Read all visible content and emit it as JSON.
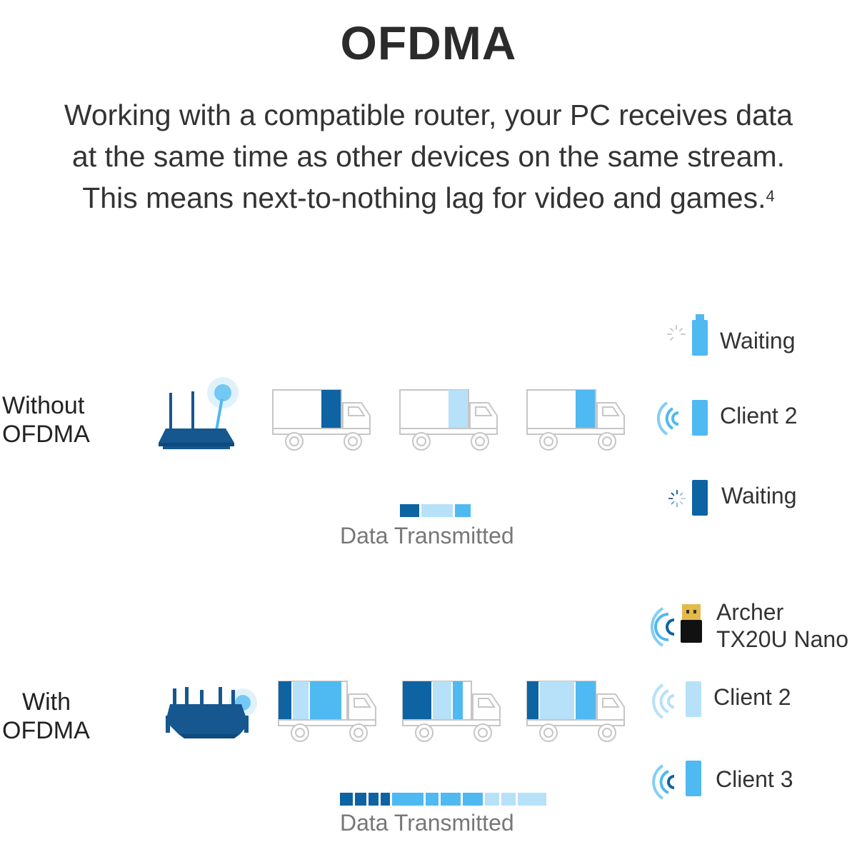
{
  "header": {
    "title": "OFDMA",
    "description_lines": [
      "Working with a compatible router, your PC receives data",
      "at the same time as other devices on the same stream.",
      "This means next-to-nothing lag for video and games."
    ],
    "footnote": "4"
  },
  "colors": {
    "dark_blue": "#0e63a3",
    "mid_blue": "#4fb9f1",
    "light_blue": "#b6e1f8",
    "truck_outline": "#c6c6c6",
    "router_blue": "#16578f"
  },
  "without": {
    "label_line1": "Without",
    "label_line2": "OFDMA",
    "clients": [
      {
        "label": "Waiting",
        "status": "waiting",
        "device_color": "mid_blue"
      },
      {
        "label": "Client 2",
        "status": "receiving",
        "device_color": "mid_blue"
      },
      {
        "label": "Waiting",
        "status": "waiting",
        "device_color": "dark_blue"
      }
    ],
    "trucks": [
      {
        "cargo": [
          "dark_blue"
        ]
      },
      {
        "cargo": [
          "light_blue"
        ]
      },
      {
        "cargo": [
          "mid_blue"
        ]
      }
    ],
    "legend_label": "Data Transmitted"
  },
  "with": {
    "label_line1": "With",
    "label_line2": "OFDMA",
    "clients": [
      {
        "label_line1": "Archer",
        "label_line2": "TX20U Nano",
        "device": "usb-adapter"
      },
      {
        "label": "Client 2",
        "device_color": "light_blue"
      },
      {
        "label": "Client 3",
        "device_color": "mid_blue"
      }
    ],
    "trucks": [
      {
        "cargo": [
          "dark_blue",
          "light_blue",
          "mid_blue"
        ]
      },
      {
        "cargo": [
          "dark_blue",
          "light_blue",
          "mid_blue"
        ]
      },
      {
        "cargo": [
          "dark_blue",
          "light_blue",
          "mid_blue"
        ]
      }
    ],
    "legend_label": "Data Transmitted"
  }
}
